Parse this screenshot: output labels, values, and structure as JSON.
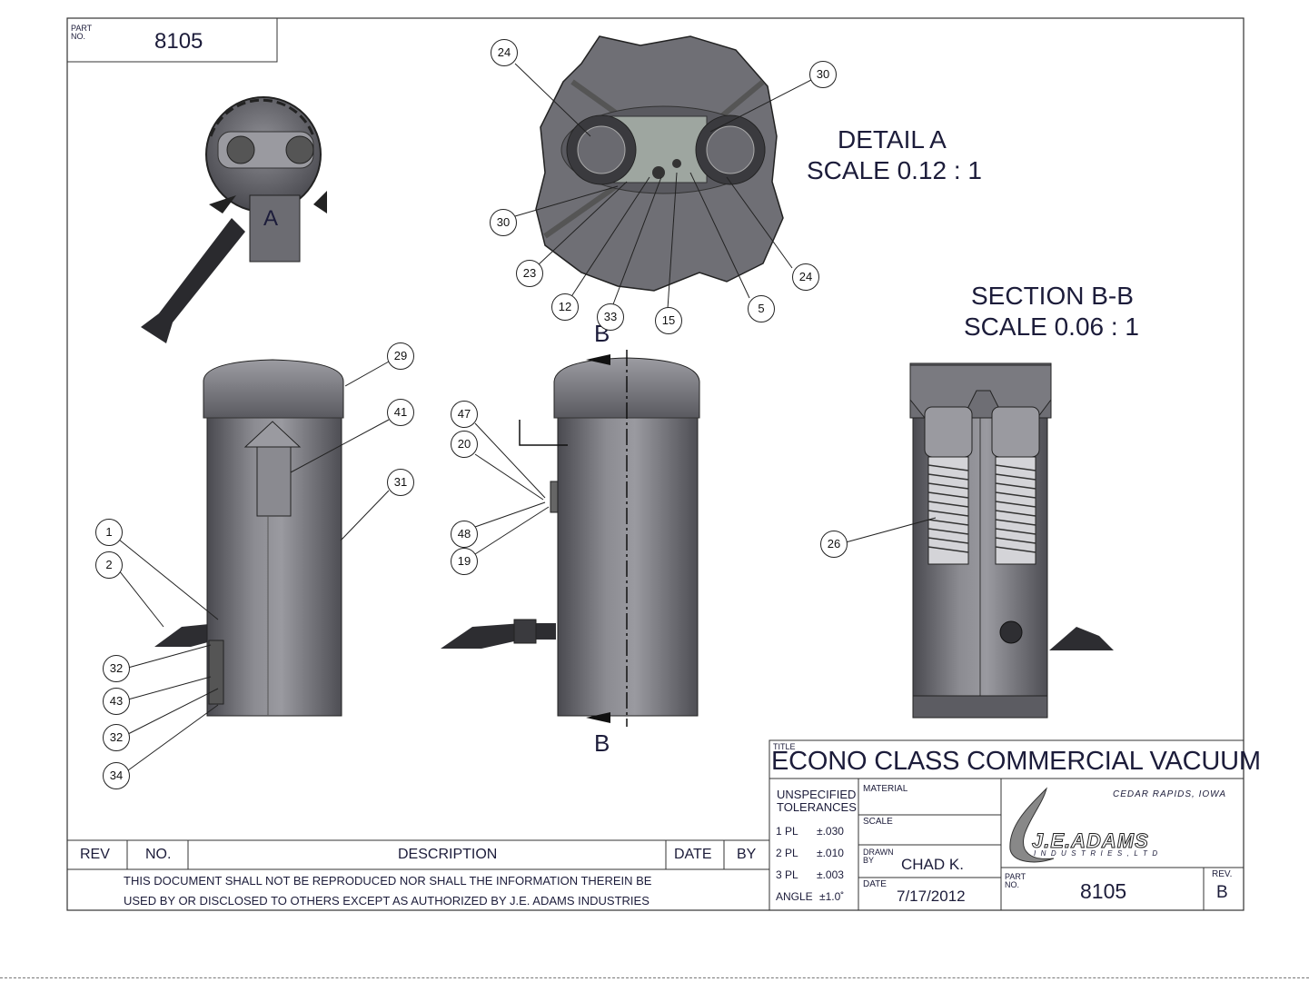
{
  "part_box": {
    "label_line1": "PART",
    "label_line2": "NO.",
    "value": "8105"
  },
  "detail_a": {
    "line1": "DETAIL  A",
    "line2": "SCALE 0.12 : 1",
    "marker": "A"
  },
  "section_bb": {
    "line1": "SECTION B-B",
    "line2": "SCALE 0.06 : 1",
    "marker_top": "B",
    "marker_bottom": "B"
  },
  "callouts": {
    "detail": [
      "24",
      "30",
      "30",
      "23",
      "12",
      "33",
      "15",
      "5",
      "24"
    ],
    "front": [
      "29",
      "41",
      "31",
      "1",
      "2",
      "32",
      "43",
      "32",
      "34"
    ],
    "side": [
      "47",
      "20",
      "48",
      "19"
    ],
    "section": [
      "26"
    ]
  },
  "title_block": {
    "title_label": "TITLE",
    "title": "ECONO CLASS COMMERCIAL VACUUM",
    "tolerances_line1": "UNSPECIFIED",
    "tolerances_line2": "TOLERANCES",
    "tol_rows": [
      {
        "label": "1 PL",
        "value": "±.030"
      },
      {
        "label": "2 PL",
        "value": "±.010"
      },
      {
        "label": "3 PL",
        "value": "±.003"
      },
      {
        "label": "ANGLE",
        "value": "±1.0˚"
      }
    ],
    "material_label": "MATERIAL",
    "scale_label": "SCALE",
    "drawn_label_1": "DRAWN",
    "drawn_label_2": "BY",
    "drawn_by": "CHAD K.",
    "date_label": "DATE",
    "date": "7/17/2012",
    "company_location": "CEDAR RAPIDS, IOWA",
    "company_logo_main": "J.E.ADAMS",
    "company_logo_sub": "I N D U S T R I E S , L T D",
    "part_label_1": "PART",
    "part_label_2": "NO.",
    "part_no": "8105",
    "rev_label": "REV.",
    "rev": "B"
  },
  "revision_block": {
    "headers": [
      "REV",
      "NO.",
      "DESCRIPTION",
      "DATE",
      "BY"
    ],
    "notice_line1": "THIS DOCUMENT SHALL NOT BE REPRODUCED NOR SHALL THE INFORMATION THEREIN BE",
    "notice_line2": "USED BY OR DISCLOSED TO OTHERS EXCEPT AS AUTHORIZED BY J.E. ADAMS INDUSTRIES"
  },
  "colors": {
    "ink": "#1c1c3a",
    "metal_dark": "#4d4d52",
    "metal_mid": "#76767c",
    "metal_light": "#a8a8ae",
    "paper": "#ffffff"
  }
}
